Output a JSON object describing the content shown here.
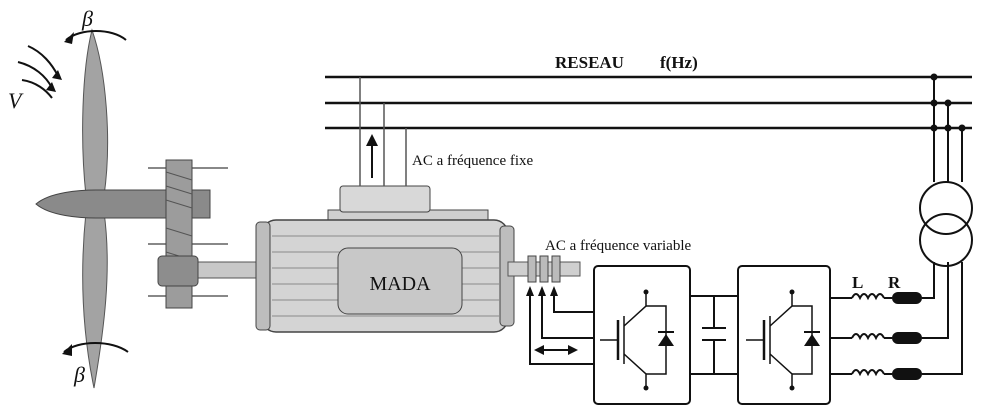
{
  "labels": {
    "grid": "RESEAU",
    "frequency": "f(Hz)",
    "fixed_ac": "AC a fréquence fixe",
    "variable_ac": "AC a fréquence variable",
    "machine": "MADA",
    "inductor": "L",
    "resistor": "R",
    "wind_speed": "V",
    "pitch_top": "β",
    "pitch_bottom": "β"
  },
  "colors": {
    "line": "#111111",
    "machine_fill": "#d6d6d6",
    "machine_dark": "#8e8e8e",
    "blade": "#9a9a9a"
  }
}
